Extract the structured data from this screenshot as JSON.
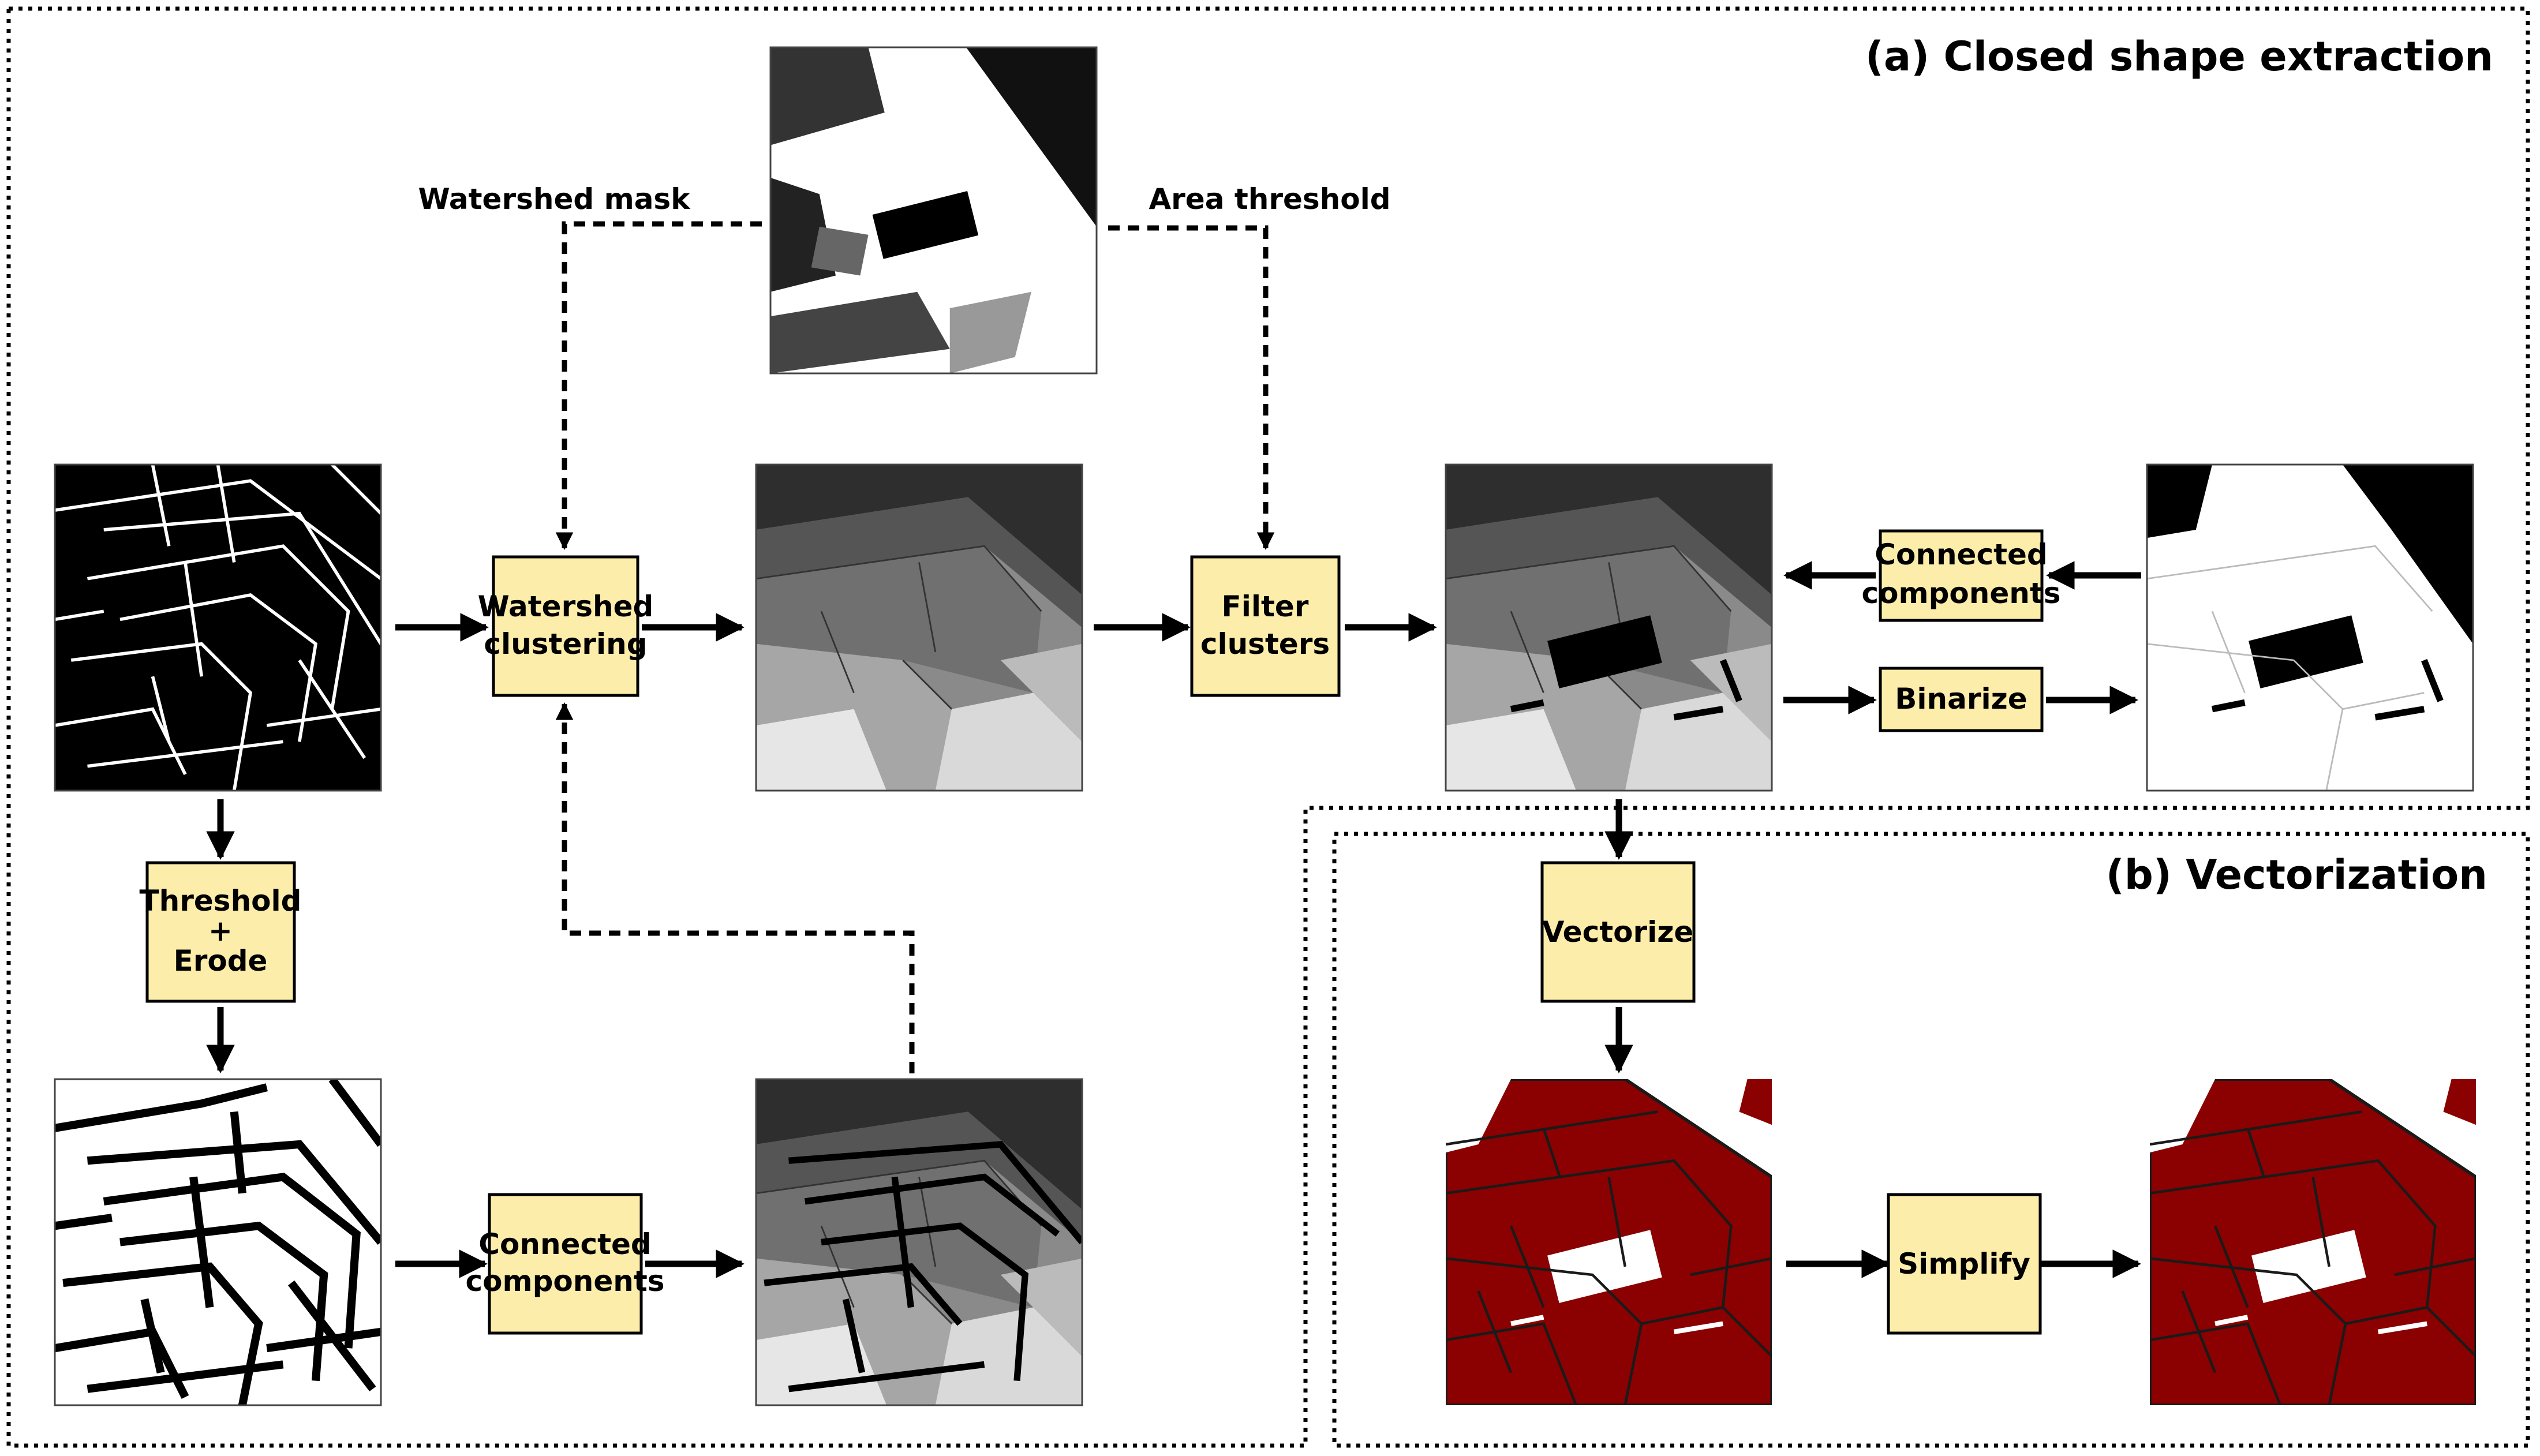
{
  "sections": {
    "closed_shape_title": "(a) Closed shape extraction",
    "vectorization_title": "(b) Vectorization"
  },
  "edge_labels": {
    "watershed_mask": "Watershed mask",
    "area_threshold": "Area threshold"
  },
  "steps": {
    "watershed_clustering": [
      "Watershed",
      "clustering"
    ],
    "filter_clusters": [
      "Filter",
      "clusters"
    ],
    "threshold_erode": [
      "Threshold",
      "+",
      "Erode"
    ],
    "connected_components_bottom": [
      "Connected",
      "components"
    ],
    "connected_components_right": [
      "Connected",
      "components"
    ],
    "binarize": [
      "Binarize"
    ],
    "vectorize": [
      "Vectorize"
    ],
    "simplify": [
      "Simplify"
    ]
  },
  "colors": {
    "step_fill": "#fdedaa",
    "polygon_fill": "#8b0000",
    "polygon_stroke": "#1a1a1a"
  }
}
